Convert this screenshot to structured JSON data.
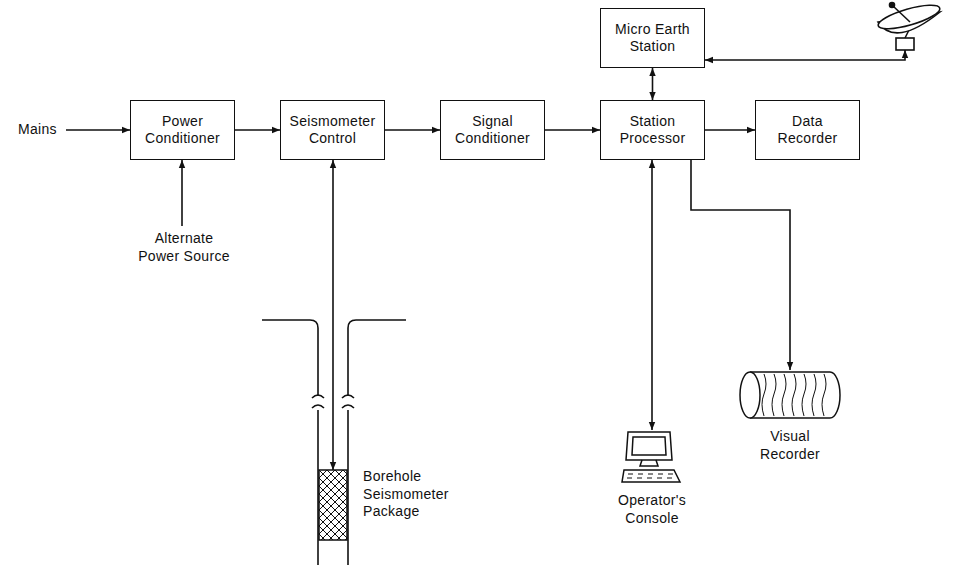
{
  "diagram": {
    "nodes": [
      {
        "text": [
          "Power Conditioner"
        ]
      },
      {
        "text": [
          "Seismometer Control"
        ]
      },
      {
        "text": [
          "Signal Conditioner"
        ]
      },
      {
        "text": [
          "Station Processor"
        ]
      },
      {
        "text": [
          "Data Recorder"
        ]
      },
      {
        "text": [
          "Micro Earth Station"
        ]
      },
      {
        "text": [
          "Borehole Seismometer Package"
        ]
      },
      {
        "text": [
          "Operator's Console"
        ]
      },
      {
        "text": [
          "Visual Recorder"
        ]
      }
    ],
    "edges": [
      {
        "from": 0,
        "to": 1,
        "arrow": "to"
      },
      {
        "from": 1,
        "to": 2,
        "arrow": "to"
      },
      {
        "from": 2,
        "to": 3,
        "arrow": "to"
      },
      {
        "from": 3,
        "to": 4,
        "arrow": "to"
      },
      {
        "from": 3,
        "to": 5,
        "arrow": "both"
      },
      {
        "from": 1,
        "to": 6,
        "arrow": "both"
      },
      {
        "from": 3,
        "to": 7,
        "arrow": "both"
      },
      {
        "from": 3,
        "to": 8,
        "arrow": "to"
      }
    ],
    "labels": [
      "Mains",
      "Alternate Power Source"
    ]
  }
}
